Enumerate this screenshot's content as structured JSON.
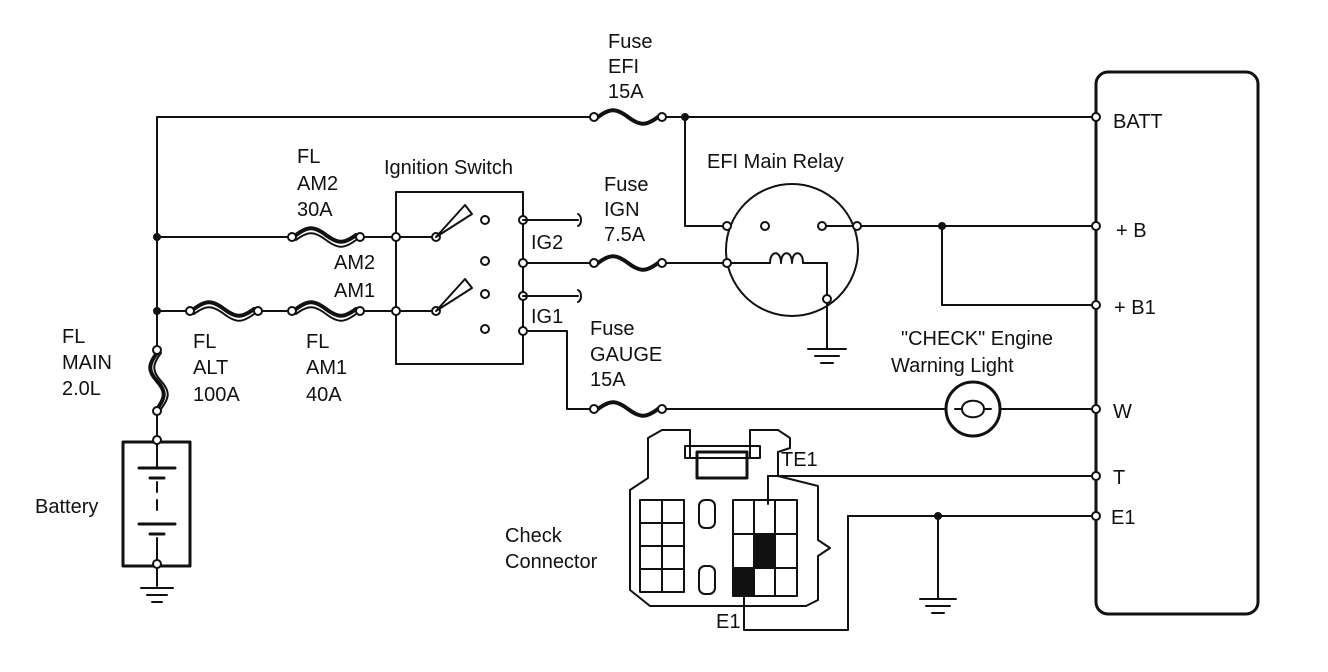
{
  "fuses": {
    "efi": [
      "Fuse",
      "EFI",
      "15A"
    ],
    "ign": [
      "Fuse",
      "IGN",
      "7.5A"
    ],
    "gauge": [
      "Fuse",
      "GAUGE",
      "15A"
    ]
  },
  "fusible_links": {
    "am2": [
      "FL",
      "AM2",
      "30A"
    ],
    "main": [
      "FL",
      "MAIN",
      "2.0L"
    ],
    "alt": [
      "FL",
      "ALT",
      "100A"
    ],
    "am1": [
      "FL",
      "AM1",
      "40A"
    ]
  },
  "ignition_switch": {
    "title": "Ignition Switch",
    "am2": "AM2",
    "am1": "AM1",
    "ig2": "IG2",
    "ig1": "IG1"
  },
  "relay": {
    "title": "EFI Main Relay"
  },
  "warning_light": {
    "line1": "\"CHECK\" Engine",
    "line2": "Warning Light"
  },
  "battery": {
    "label": "Battery"
  },
  "check_connector": {
    "line1": "Check",
    "line2": "Connector",
    "te1": "TE1",
    "e1": "E1"
  },
  "ecu_terminals": {
    "batt": "BATT",
    "b": "+ B",
    "b1": "+ B1",
    "w": "W",
    "t": "T",
    "e1": "E1"
  }
}
